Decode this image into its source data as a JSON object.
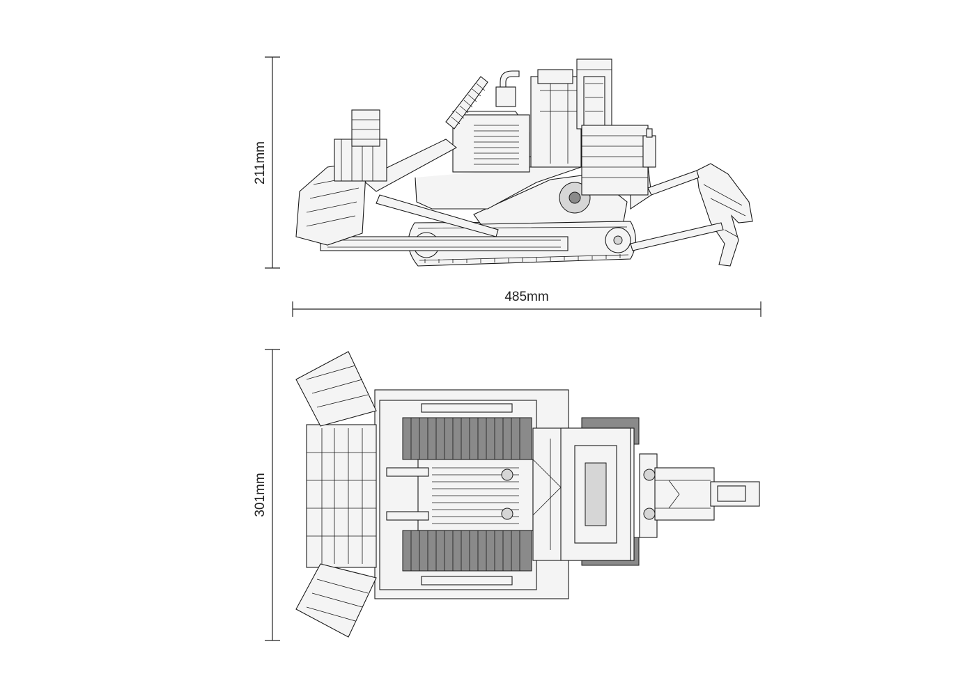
{
  "dimensions": {
    "height": "211mm",
    "length": "485mm",
    "width": "301mm"
  },
  "views": {
    "side": "side-view-drawing",
    "top": "top-view-drawing"
  }
}
